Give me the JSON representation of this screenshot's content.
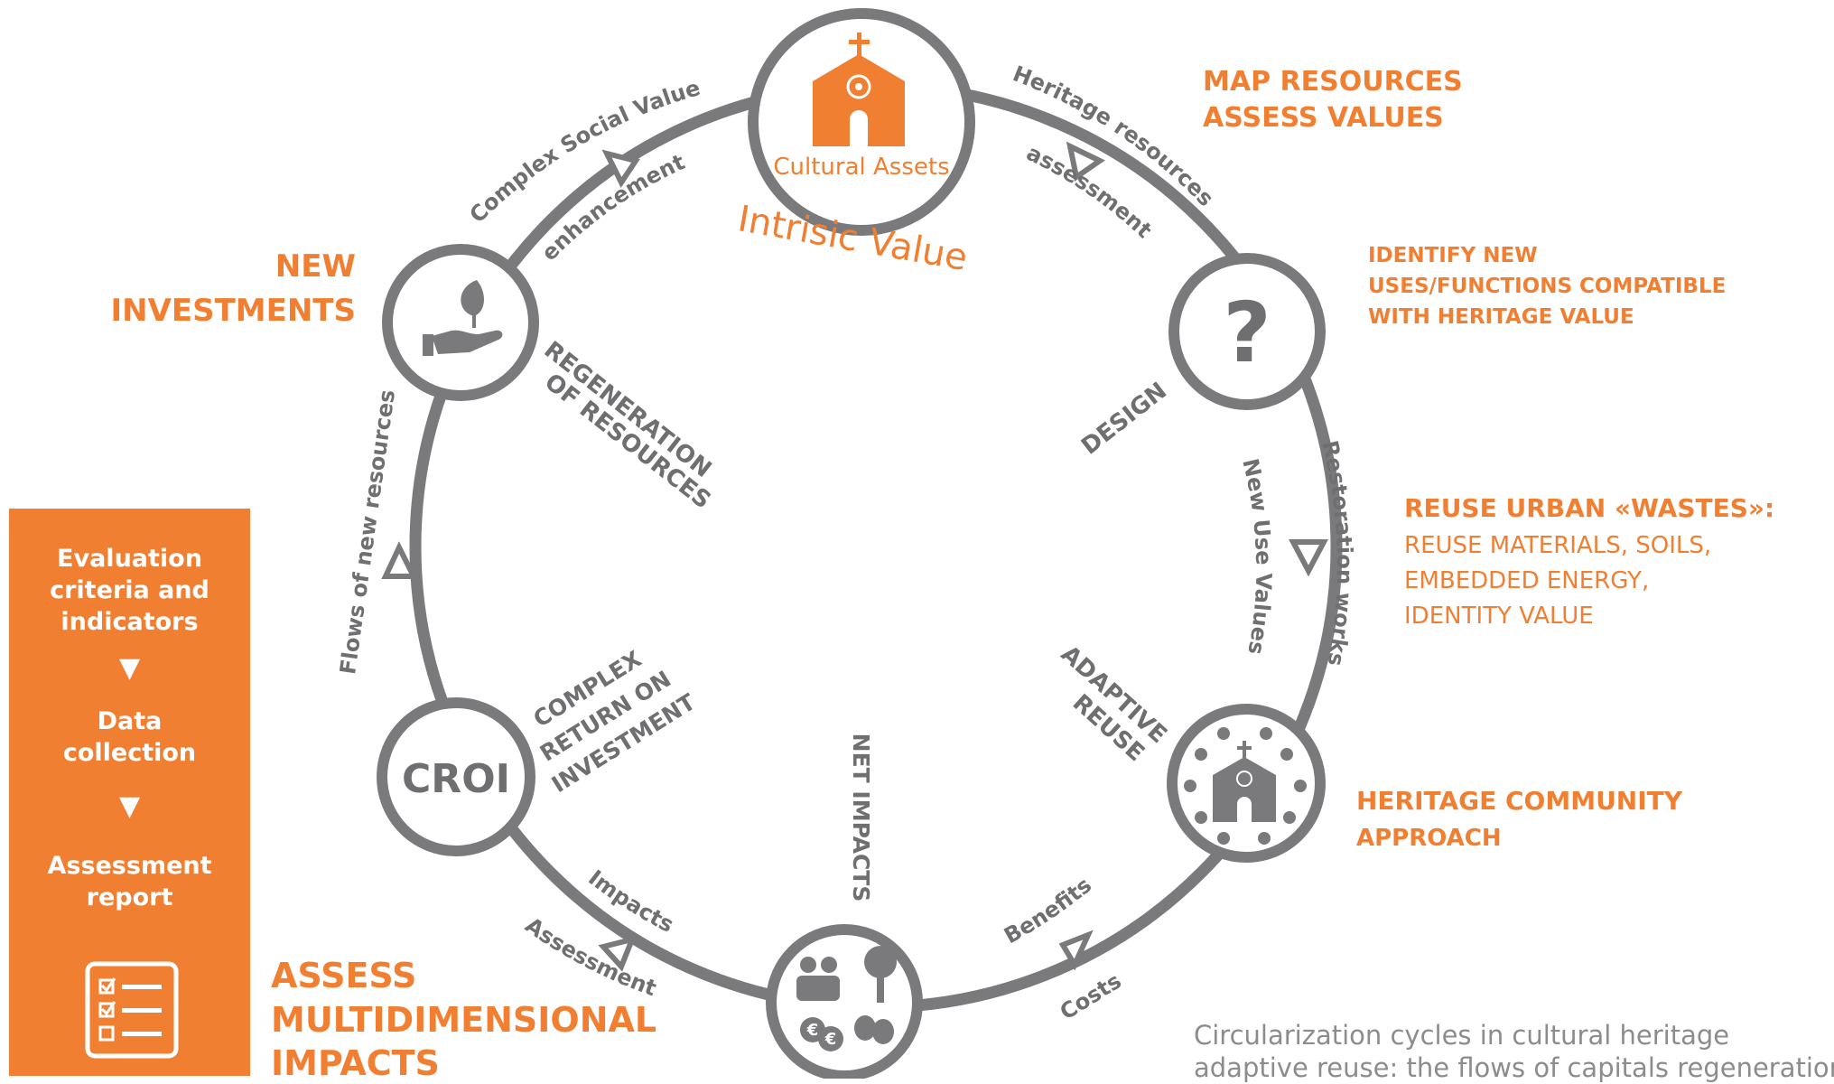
{
  "colors": {
    "accent": "#f07f32",
    "ring": "#7a7a7c",
    "text_gray": "#6f6f71",
    "caption": "#8c8c8c"
  },
  "nodes": {
    "cultural_assets": {
      "label": "Cultural Assets",
      "value_label": "Intrisic Value",
      "icon": "church-icon"
    },
    "design": {
      "label": "DESIGN",
      "icon": "question-mark-icon"
    },
    "adaptive_reuse": {
      "label_line1": "ADAPTIVE",
      "label_line2": "REUSE",
      "icon": "church-community-icon"
    },
    "net_impacts": {
      "label": "NET IMPACTS",
      "icon": "community-impacts-icon"
    },
    "croi": {
      "label": "CROI",
      "text_line1": "COMPLEX",
      "text_line2": "RETURN ON",
      "text_line3": "INVESTMENT"
    },
    "new_investments": {
      "label_line1": "REGENERATION",
      "label_line2": "OF RESOURCES",
      "icon": "hand-plant-icon"
    }
  },
  "flows": {
    "top_left_outer": "Complex Social Value",
    "top_left_inner": "enhancement",
    "top_right_outer": "Heritage resources",
    "top_right_inner": "assessment",
    "right_outer": "Restoration works",
    "right_inner": "New Use Values",
    "bottom_right_outer": "Benefits",
    "bottom_right_inner": "Costs",
    "bottom_left_outer": "Impacts",
    "bottom_left_inner": "Assessment",
    "left": "Flows of new resources"
  },
  "annotations": {
    "map_resources": [
      "MAP RESOURCES",
      "ASSESS VALUES"
    ],
    "identify_uses": [
      "IDENTIFY NEW",
      "USES/FUNCTIONS COMPATIBLE",
      "WITH HERITAGE VALUE"
    ],
    "reuse_wastes_title": "REUSE URBAN «WASTES»:",
    "reuse_wastes_items": [
      "REUSE MATERIALS, SOILS,",
      "EMBEDDED ENERGY,",
      "IDENTITY VALUE"
    ],
    "heritage_community": [
      "HERITAGE COMMUNITY",
      "APPROACH"
    ],
    "new_investments": [
      "NEW",
      "INVESTMENTS"
    ],
    "assess_impacts": [
      "ASSESS",
      "MULTIDIMENSIONAL",
      "IMPACTS"
    ]
  },
  "panel": {
    "step1": [
      "Evaluation",
      "criteria and",
      "indicators"
    ],
    "step2": [
      "Data",
      "collection"
    ],
    "step3": [
      "Assessment",
      "report"
    ],
    "arrow": "▼",
    "icon": "checklist-icon"
  },
  "caption": [
    "Circularization cycles in cultural heritage",
    "adaptive reuse: the flows of capitals regeneration"
  ]
}
